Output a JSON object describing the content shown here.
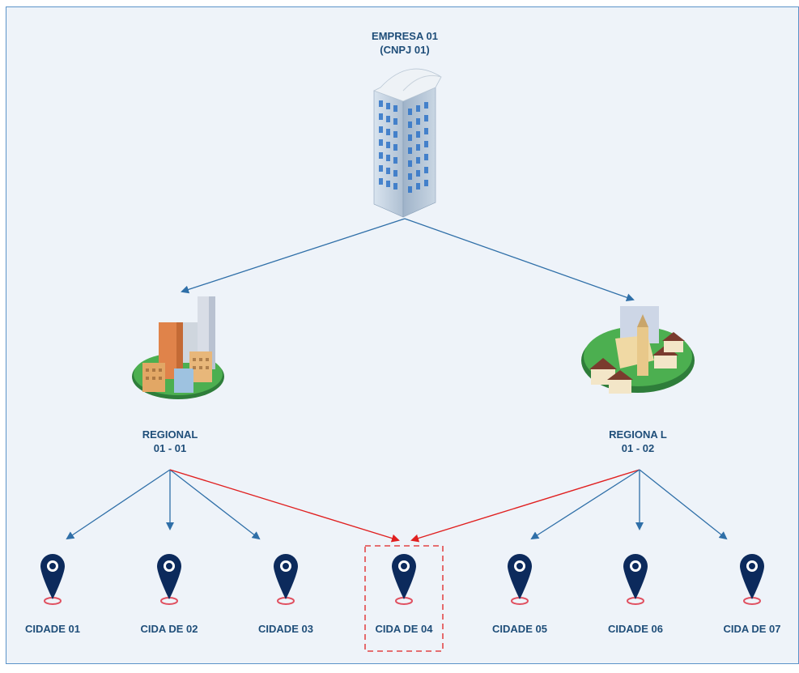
{
  "company": {
    "line1": "EMPRESA 01",
    "line2": "(CNPJ 01)"
  },
  "regionals": [
    {
      "line1": "REGIONAL",
      "line2": "01 - 01"
    },
    {
      "line1": "REGIONA L",
      "line2": "01 - 02"
    }
  ],
  "cities": [
    {
      "label": "CIDADE 01"
    },
    {
      "label": "CIDA DE 02"
    },
    {
      "label": "CIDADE 03"
    },
    {
      "label": "CIDA DE 04",
      "highlighted": true
    },
    {
      "label": "CIDADE 05"
    },
    {
      "label": "CIDADE 06"
    },
    {
      "label": "CIDA DE 07"
    }
  ],
  "colors": {
    "connector": "#2f6fa8",
    "shared_connector": "#e02020",
    "label_text": "#1f4e79",
    "pin": "#0c2a5c",
    "highlight_box": "#e02020"
  }
}
